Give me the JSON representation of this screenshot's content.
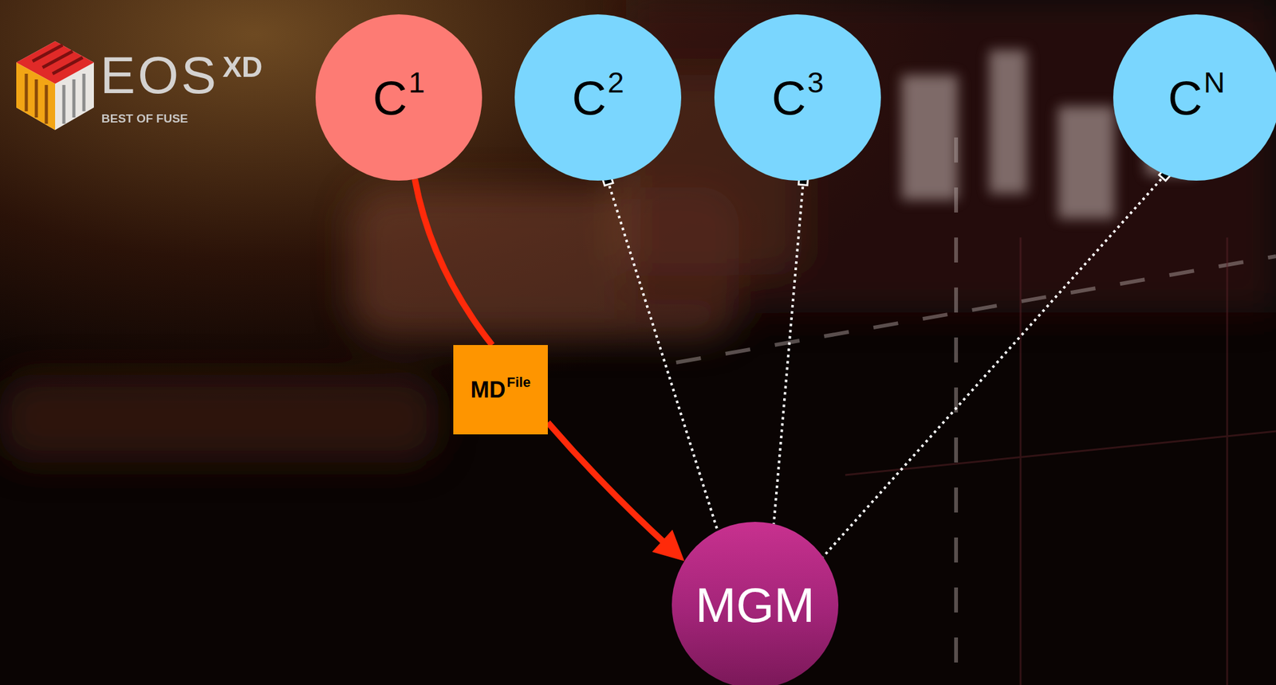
{
  "diagram": {
    "nodes": [
      {
        "text": [
          "C",
          "1"
        ]
      },
      {
        "text": [
          "C",
          "2"
        ]
      },
      {
        "text": [
          "C",
          "3"
        ]
      },
      {
        "text": [
          "C",
          "N"
        ]
      },
      {
        "text": [
          "MD",
          "File"
        ]
      },
      {
        "text": [
          "MGM"
        ]
      }
    ],
    "edges": [
      {
        "from": 0,
        "to": 4,
        "arrow": "none"
      },
      {
        "from": 4,
        "to": 5,
        "arrow": "to"
      },
      {
        "from": 1,
        "to": 5,
        "arrow": "none"
      },
      {
        "from": 2,
        "to": 5,
        "arrow": "none"
      },
      {
        "from": 3,
        "to": 5,
        "arrow": "none"
      }
    ],
    "labels": [
      "EOS",
      "XD",
      "BEST OF FUSE"
    ]
  }
}
